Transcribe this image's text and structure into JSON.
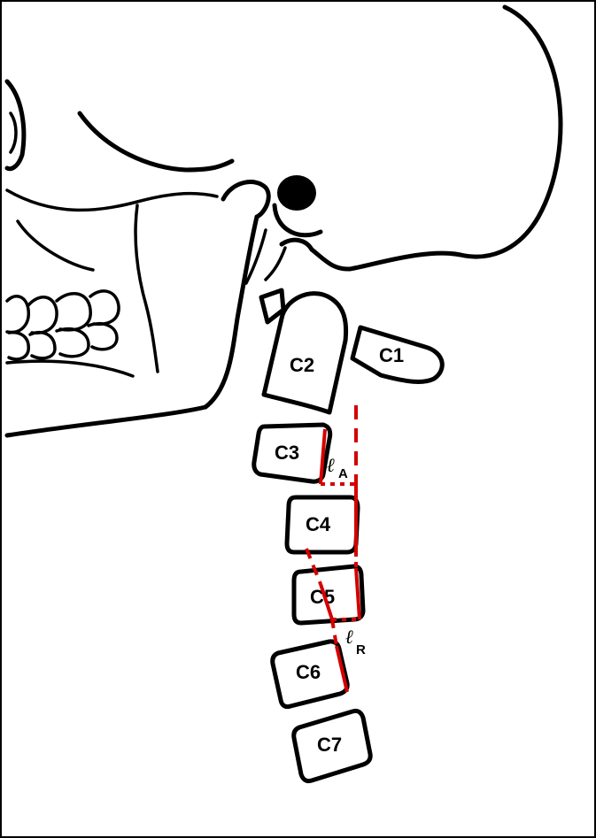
{
  "vertebrae": [
    {
      "id": "c1",
      "label": "C1"
    },
    {
      "id": "c2",
      "label": "C2"
    },
    {
      "id": "c3",
      "label": "C3"
    },
    {
      "id": "c4",
      "label": "C4"
    },
    {
      "id": "c5",
      "label": "C5"
    },
    {
      "id": "c6",
      "label": "C6"
    },
    {
      "id": "c7",
      "label": "C7"
    }
  ],
  "annotations": {
    "anterior": {
      "symbol": "ℓ",
      "subscript": "A"
    },
    "reference": {
      "symbol": "ℓ",
      "subscript": "R"
    }
  },
  "colors": {
    "line_art": "#000000",
    "measurement_lines": "#d40000",
    "background": "#ffffff"
  }
}
